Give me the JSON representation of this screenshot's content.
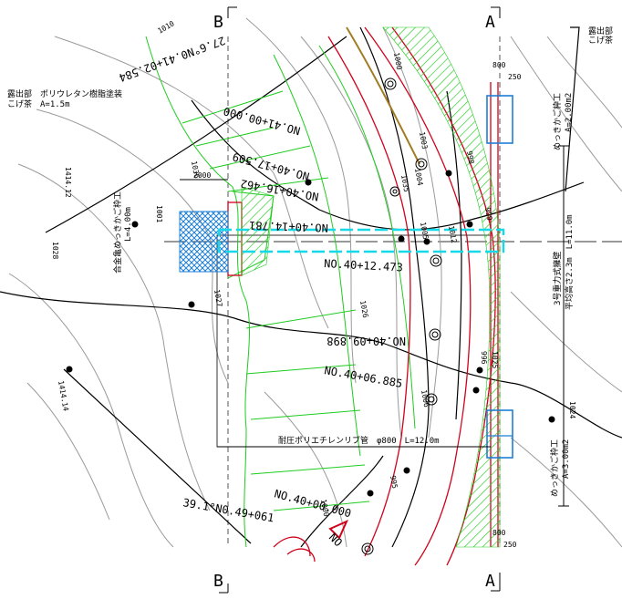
{
  "section_markers": {
    "b_top": "B",
    "b_bottom": "B",
    "a_top": "A",
    "a_bottom": "A"
  },
  "callouts": {
    "exposed_left_line1": "露出部　ポリウレタン樹脂塗装",
    "exposed_left_line2": "こげ茶　A=1.5m",
    "exposed_right_line1": "露出部",
    "exposed_right_line2": "こげ茶"
  },
  "stations": {
    "s1": "NO.41+00.000",
    "s2": "NO.40+17.509",
    "s3": "NO.40+16.462",
    "s4": "NO.40+14.781",
    "s5": "NO.40+12.473",
    "s6": "NO.40+09.898",
    "s7": "NO.40+06.885",
    "s8": "NO.40+00.000",
    "top_bearing": "27.6°N0.41+02.584",
    "bottom_bearing": "39.1°N0.49+061",
    "bottom_no": "NO"
  },
  "works": {
    "left_gabion_line1": "合金亀めっきかご枠工",
    "left_gabion_line2": "L=4.00m",
    "right_gabion_top_line1": "めっきかご枠工",
    "right_gabion_top_line2": "A=2.00m2",
    "right_gabion_bot_line1": "めっきかご枠工",
    "right_gabion_bot_line2": "A=3.00m2",
    "wall_line1": "3号重力式擁壁",
    "wall_line2": "平均高さ2.3m　L=11.0m",
    "pipe": "耐圧ポリエチレンリブ管　φ800　L=12.0m"
  },
  "dimensions": {
    "d2000": "2000",
    "d800_top": "800",
    "d250_top": "250",
    "d800_bot": "800",
    "d250_bot": "250"
  },
  "elevations": {
    "e1010": "1010",
    "e1000_top": "1000",
    "e1414_12": "1414.12",
    "e1028": "1028",
    "e1027": "1027",
    "e1026": "1026",
    "e1036": "1036",
    "e1035": "1035",
    "e1004": "1004",
    "e1003": "1003",
    "e998_top": "998",
    "e999_a": "999",
    "e1012": "1012",
    "e1005": "1005",
    "e1001": "1001",
    "e1006": "1006",
    "e1025": "1025",
    "e996": "996",
    "e1024": "1024",
    "e995": "995",
    "e1414_14": "1414.14",
    "e1007": "1007",
    "e1000_bot": "1000"
  },
  "colors": {
    "contour": "#9a9a9a",
    "road": "#d0021b",
    "slope": "#1fcc1f",
    "structure_blue": "#1e7fd6",
    "pipe_cyan": "#13d9e8",
    "ditch_brown": "#a07d22"
  }
}
